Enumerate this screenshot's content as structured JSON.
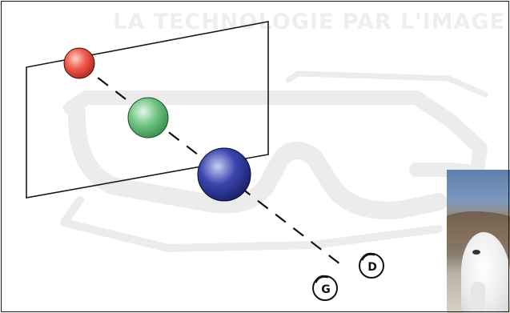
{
  "header": {
    "title": "LA TECHNOLOGIE PAR L'IMAGE"
  },
  "diagram": {
    "dots": [
      {
        "name": "red-dot",
        "color": "#e8473d"
      },
      {
        "name": "green-dot",
        "color": "#6cc27e"
      },
      {
        "name": "blue-dot",
        "color": "#2d3aa0"
      }
    ],
    "eyes": {
      "left": {
        "label": "G"
      },
      "right": {
        "label": "D"
      }
    }
  }
}
